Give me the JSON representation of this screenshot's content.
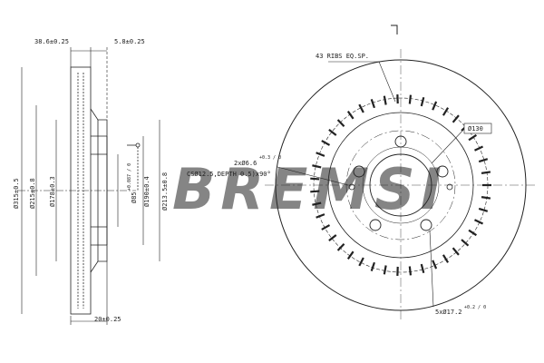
{
  "dimensions": {
    "top_width": "38.6±0.25",
    "top_thickness": "5.8±0.25",
    "bottom_height": "20±0.25",
    "ribs": "43 RIBS EQ.SP.",
    "pcd": "Ø130",
    "small_hole": "2xØ6.6",
    "small_hole_tol": "+0.3 / 0",
    "countersink": "CSØ12.5,DEPTH 0.5)x90°",
    "bolt_holes": "5xØ17.2",
    "bolt_holes_tol": "+0.2 / 0",
    "vertical": [
      {
        "id": "outer",
        "label": "Ø315±0.5"
      },
      {
        "id": "d215",
        "label": "Ø215±0.8"
      },
      {
        "id": "d178",
        "label": "Ø178±0.3"
      },
      {
        "id": "d85",
        "label": "Ø85"
      },
      {
        "id": "d85tol",
        "label": "+0.087 / 0"
      },
      {
        "id": "d190",
        "label": "Ø190±0.4"
      },
      {
        "id": "d213",
        "label": "Ø213.5±0.8"
      }
    ]
  },
  "watermark": "BREMSI",
  "colors": {
    "line": "#222222",
    "watermark": "#cfcfcf"
  }
}
